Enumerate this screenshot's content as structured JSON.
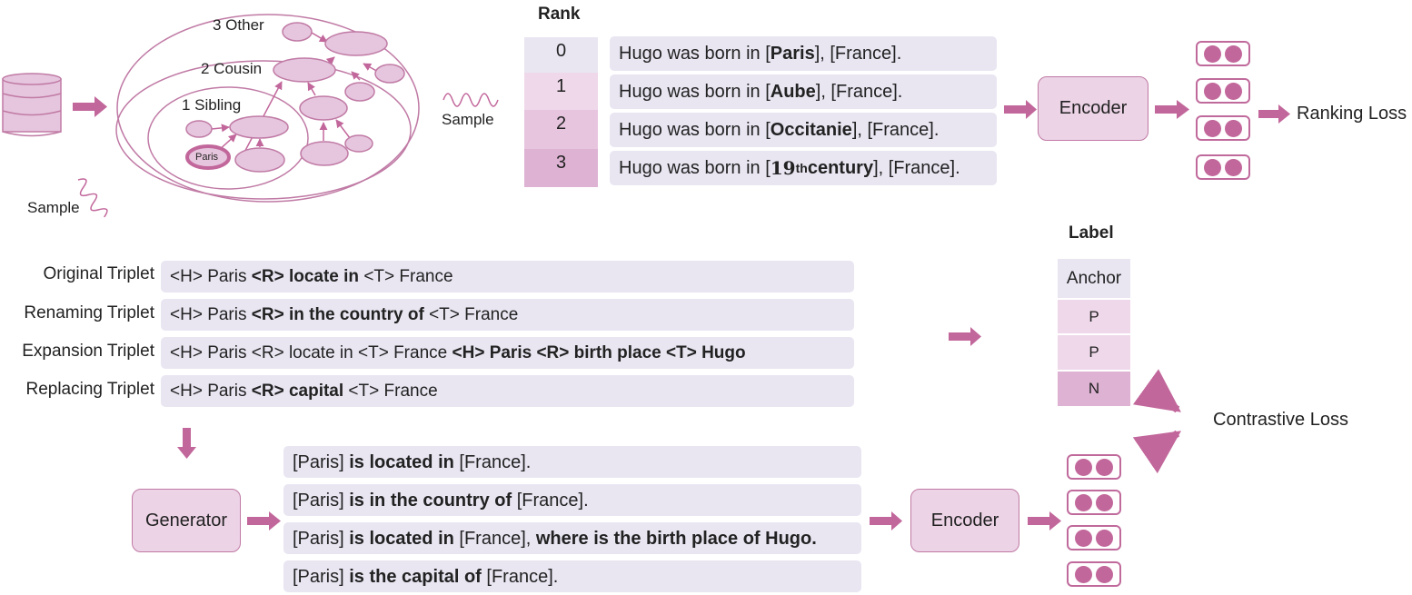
{
  "colors": {
    "accent": "#c2679b",
    "node_fill": "#e6c6de",
    "text_box": "#e9e6f2"
  },
  "graph": {
    "labels": [
      "3 Other",
      "2 Cousin",
      "1 Sibling"
    ],
    "paris": "Paris",
    "sample_top": "Sample",
    "sample_left": "Sample"
  },
  "rank": {
    "title": "Rank",
    "rows": [
      {
        "rank": "0",
        "pre": "Hugo was born in [",
        "bold": "Paris",
        "post": "], [France]."
      },
      {
        "rank": "1",
        "pre": "Hugo was born in [",
        "bold": "Aube",
        "post": "], [France]."
      },
      {
        "rank": "2",
        "pre": "Hugo was born in [",
        "bold": "Occitanie",
        "post": "], [France]."
      },
      {
        "rank": "3",
        "pre": "Hugo was born in [",
        "num": "19",
        "sup": "th",
        "bold": "century",
        "post": "], [France]."
      }
    ]
  },
  "encoder_top": "Encoder",
  "ranking_loss": "Ranking Loss",
  "triplets": [
    {
      "label": "Original Triplet",
      "parts": [
        "<H> Paris ",
        "<R> locate in",
        " <T> France"
      ]
    },
    {
      "label": "Renaming Triplet",
      "parts": [
        "<H> Paris ",
        "<R> in the country of",
        " <T> France"
      ]
    },
    {
      "label": "Expansion Triplet",
      "parts": [
        "<H> Paris <R> locate in <T> France ",
        "<H> Paris <R> birth place <T> Hugo",
        ""
      ]
    },
    {
      "label": "Replacing Triplet",
      "parts": [
        "<H> Paris ",
        "<R> capital",
        " <T> France"
      ]
    }
  ],
  "label_table": {
    "title": "Label",
    "cells": [
      "Anchor",
      "P",
      "P",
      "N"
    ]
  },
  "contrastive_loss": "Contrastive Loss",
  "generator": "Generator",
  "encoder_bottom": "Encoder",
  "generated": [
    {
      "parts": [
        "[Paris] ",
        "is located in",
        " [France].",
        "",
        ""
      ]
    },
    {
      "parts": [
        "[Paris] ",
        "is in the country of",
        " [France].",
        "",
        ""
      ]
    },
    {
      "parts": [
        "[Paris] ",
        "is located in",
        " [France], ",
        "where is the birth place of Hugo.",
        ""
      ]
    },
    {
      "parts": [
        "[Paris] ",
        "is the capital of",
        " [France].",
        "",
        ""
      ]
    }
  ]
}
